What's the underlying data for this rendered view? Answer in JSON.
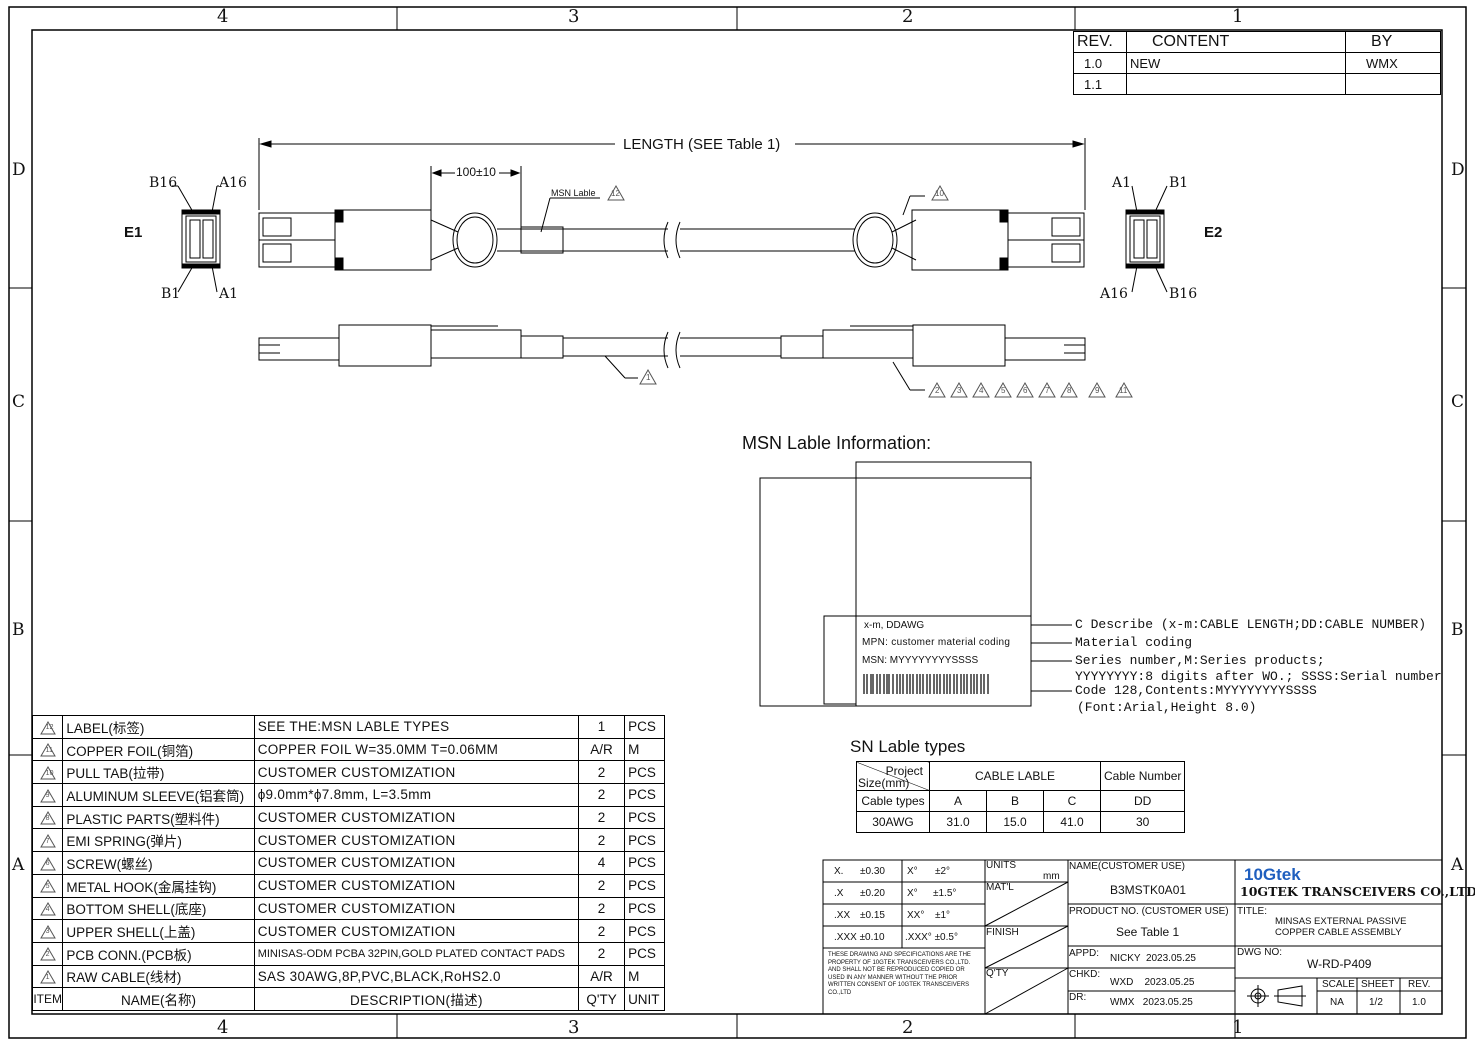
{
  "border": {
    "top_zones": [
      "4",
      "3",
      "2",
      "1"
    ],
    "bottom_zones": [
      "4",
      "3",
      "2",
      "1"
    ],
    "side_zones": [
      "D",
      "C",
      "B",
      "A"
    ]
  },
  "revision": {
    "headers": [
      "REV.",
      "CONTENT",
      "BY"
    ],
    "rows": [
      [
        "1.0",
        "NEW",
        "WMX"
      ],
      [
        "1.1",
        "",
        ""
      ]
    ]
  },
  "cable": {
    "length_label": "LENGTH (SEE Table 1)",
    "dim_100": "100±10",
    "msn_label": "MSN Lable",
    "end1": "E1",
    "end2": "E2",
    "pins_left": {
      "top_left": "B16",
      "top_right": "A16",
      "bot_left": "B1",
      "bot_right": "A1"
    },
    "pins_right": {
      "top_left": "A1",
      "top_right": "B1",
      "bot_left": "A16",
      "bot_right": "B16"
    },
    "callouts_top": [
      "12",
      "10"
    ],
    "callout_bottom": "1",
    "callouts_row": [
      "2",
      "3",
      "4",
      "5",
      "6",
      "7",
      "8",
      "9",
      "11"
    ]
  },
  "msn_info": {
    "title": "MSN Lable Information:",
    "line1": "x-m, DDAWG",
    "line2": "MPN: customer material coding",
    "line3": "MSN: MYYYYYYYYSSSS",
    "notes": [
      "C Describe (x-m:CABLE LENGTH;DD:CABLE NUMBER)",
      "Material coding",
      "Series number,M:Series products;",
      "YYYYYYYY:8 digits after WO.; SSSS:Serial number",
      "Code 128,Contents:MYYYYYYYYSSSS",
      "(Font:Arial,Height 8.0)"
    ]
  },
  "sn_table": {
    "title": "SN Lable types",
    "project": "Project",
    "size": "Size(mm)",
    "cable_lable": "CABLE  LABLE",
    "cable_number": "Cable Number",
    "cable_types": "Cable types",
    "cols": [
      "A",
      "B",
      "C",
      "DD"
    ],
    "rows": [
      [
        "30AWG",
        "31.0",
        "15.0",
        "41.0",
        "30"
      ]
    ]
  },
  "bom": {
    "rows": [
      {
        "item": "12",
        "name": "LABEL(标签)",
        "desc": "SEE THE:MSN LABLE TYPES",
        "qty": "1",
        "unit": "PCS"
      },
      {
        "item": "11",
        "name": "COPPER FOIL(铜箔)",
        "desc": "COPPER FOIL W=35.0MM T=0.06MM",
        "qty": "A/R",
        "unit": "M"
      },
      {
        "item": "10",
        "name": "PULL TAB(拉带)",
        "desc": "CUSTOMER CUSTOMIZATION",
        "qty": "2",
        "unit": "PCS"
      },
      {
        "item": "9",
        "name": "ALUMINUM SLEEVE(铝套筒)",
        "desc": "ϕ9.0mm*ϕ7.8mm, L=3.5mm",
        "qty": "2",
        "unit": "PCS"
      },
      {
        "item": "8",
        "name": "PLASTIC PARTS(塑料件)",
        "desc": "CUSTOMER CUSTOMIZATION",
        "qty": "2",
        "unit": "PCS"
      },
      {
        "item": "7",
        "name": "EMI SPRING(弹片)",
        "desc": "CUSTOMER CUSTOMIZATION",
        "qty": "2",
        "unit": "PCS"
      },
      {
        "item": "6",
        "name": "SCREW(螺丝)",
        "desc": "CUSTOMER CUSTOMIZATION",
        "qty": "4",
        "unit": "PCS"
      },
      {
        "item": "5",
        "name": "METAL HOOK(金属挂钩)",
        "desc": "CUSTOMER CUSTOMIZATION",
        "qty": "2",
        "unit": "PCS"
      },
      {
        "item": "4",
        "name": "BOTTOM SHELL(底座)",
        "desc": "CUSTOMER CUSTOMIZATION",
        "qty": "2",
        "unit": "PCS"
      },
      {
        "item": "3",
        "name": "UPPER SHELL(上盖)",
        "desc": "CUSTOMER CUSTOMIZATION",
        "qty": "2",
        "unit": "PCS"
      },
      {
        "item": "2",
        "name": "PCB CONN.(PCB板)",
        "desc": "MINISAS-ODM PCBA 32PIN,GOLD PLATED CONTACT PADS",
        "qty": "2",
        "unit": "PCS"
      },
      {
        "item": "1",
        "name": "RAW CABLE(线材)",
        "desc": "SAS 30AWG,8P,PVC,BLACK,RoHS2.0",
        "qty": "A/R",
        "unit": "M"
      }
    ],
    "header": {
      "item": "ITEM",
      "name": "NAME(名称)",
      "desc": "DESCRIPTION(描述)",
      "qty": "Q'TY",
      "unit": "UNIT"
    }
  },
  "title_block": {
    "tol": [
      [
        "X.",
        "±0.30",
        "X°",
        "±2°"
      ],
      [
        ".X",
        "±0.20",
        "X°",
        "±1.5°"
      ],
      [
        ".XX",
        "±0.15",
        "XX°",
        "±1°"
      ],
      [
        ".XXX ±0.10",
        "",
        ".XXX° ±0.5°",
        ""
      ]
    ],
    "units": "UNITS",
    "units_val": "mm",
    "matl": "MAT'L",
    "finish": "FINISH",
    "qty": "Q'TY",
    "disclaimer": "THESE DRAWING AND SPECIFICATIONS ARE THE PROPERTY OF 10GTEK TRANSCEIVERS CO.,LTD. AND SHALL NOT BE REPRODUCED COPIED OR USED IN ANY MANNER WITHOUT THE PRIOR WRITTEN CONSENT OF 10GTEK TRANSCEIVERS CO.,LTD",
    "name_label": "NAME(CUSTOMER USE)",
    "name_value": "B3MSTK0A01",
    "pn_label": "PRODUCT NO. (CUSTOMER USE)",
    "pn_value": "See Table 1",
    "appd_label": "APPD:",
    "appd": "NICKY  2023.05.25",
    "chkd_label": "CHKD:",
    "chkd": "WXD    2023.05.25",
    "dr_label": "DR:",
    "dr": "WMX   2023.05.25",
    "logo": "10Gtek",
    "company": "10GTEK TRANSCEIVERS CO.,LTD",
    "title_label": "TITLE:",
    "title_line1": "MINSAS EXTERNAL PASSIVE",
    "title_line2": "COPPER CABLE ASSEMBLY",
    "dwg_label": "DWG NO:",
    "dwg_no": "W-RD-P409",
    "scale_label": "SCALE",
    "sheet_label": "SHEET",
    "rev_label": "REV.",
    "scale": "NA",
    "sheet": "1/2",
    "rev": "1.0"
  },
  "colors": {
    "line": "#000000",
    "logo_blue": "#1f5fbf",
    "callout": "#555555"
  }
}
